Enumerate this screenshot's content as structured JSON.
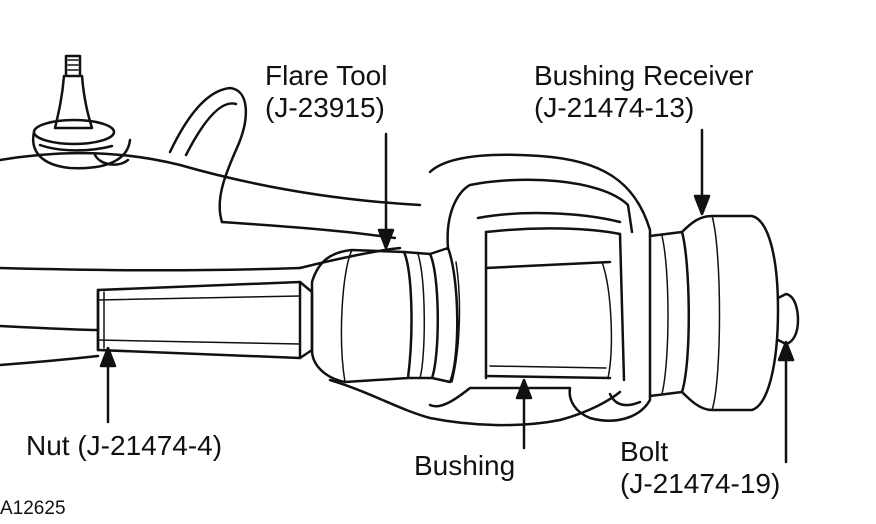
{
  "labels": {
    "flare_tool": {
      "name": "Flare Tool",
      "part": "(J-23915)"
    },
    "bushing_receiver": {
      "name": "Bushing Receiver",
      "part": "(J-21474-13)"
    },
    "nut": {
      "text": "Nut (J-21474-4)"
    },
    "bushing": {
      "text": "Bushing"
    },
    "bolt": {
      "name": "Bolt",
      "part": "(J-21474-19)"
    }
  },
  "figure_id": "A12625",
  "colors": {
    "line": "#111111",
    "background": "#ffffff"
  }
}
